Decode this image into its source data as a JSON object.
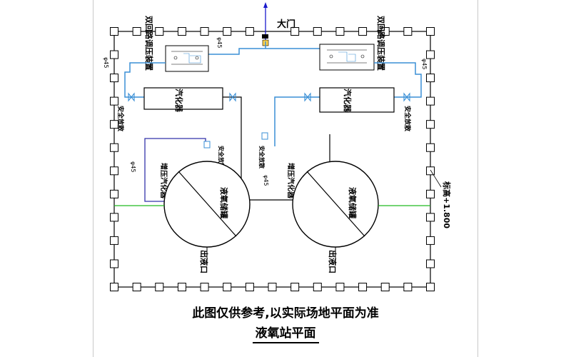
{
  "drawing": {
    "gate_label": "大门",
    "regulator_label": "双回路调压装置",
    "vaporizer_label": "汽化器",
    "tank_label": "液氧储罐",
    "pressurizer_label": "增压汽化器",
    "safety_vent_label": "安全放散",
    "outlet_label": "出液口",
    "pipe_size_label": "φ45",
    "level_label": "标高+1.800",
    "note": "此图仅供参考,以实际场地平面为准",
    "title": "液氧站平面"
  },
  "colors": {
    "line": "#000000",
    "pipe_blue": "#3a8fd6",
    "pipe_dark_blue": "#3333aa",
    "pipe_green": "#22bb22",
    "arrow_blue": "#1a1acc"
  }
}
